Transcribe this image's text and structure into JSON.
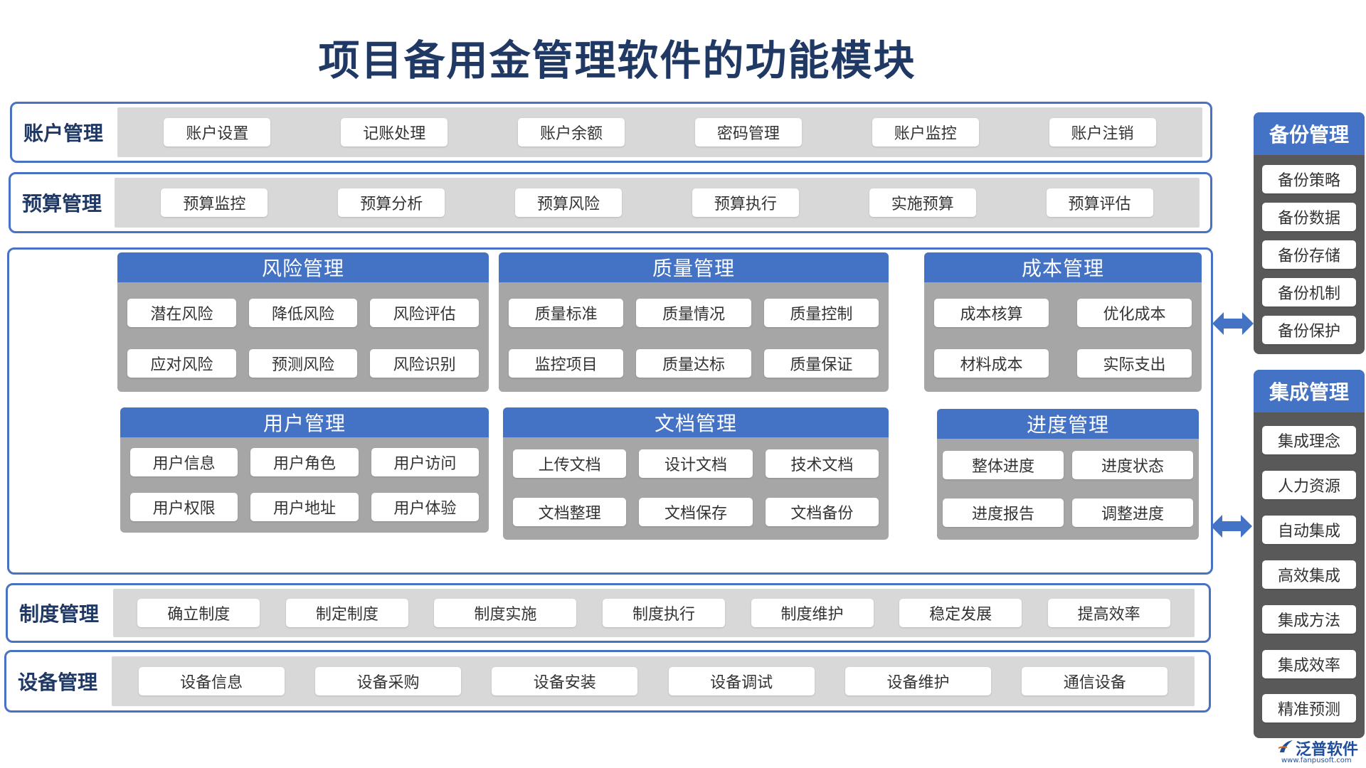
{
  "title": "项目备用金管理软件的功能模块",
  "rows": {
    "account": {
      "label": "账户管理",
      "items": [
        "账户设置",
        "记账处理",
        "账户余额",
        "密码管理",
        "账户监控",
        "账户注销"
      ]
    },
    "budget": {
      "label": "预算管理",
      "items": [
        "预算监控",
        "预算分析",
        "预算风险",
        "预算执行",
        "实施预算",
        "预算评估"
      ]
    },
    "system": {
      "label": "制度管理",
      "items": [
        "确立制度",
        "制定制度",
        "制度实施",
        "制度执行",
        "制度维护",
        "稳定发展",
        "提高效率"
      ]
    },
    "equipment": {
      "label": "设备管理",
      "items": [
        "设备信息",
        "设备采购",
        "设备安装",
        "设备调试",
        "设备维护",
        "通信设备"
      ]
    }
  },
  "modules": {
    "risk": {
      "title": "风险管理",
      "items": [
        "潜在风险",
        "降低风险",
        "风险评估",
        "应对风险",
        "预测风险",
        "风险识别"
      ]
    },
    "quality": {
      "title": "质量管理",
      "items": [
        "质量标准",
        "质量情况",
        "质量控制",
        "监控项目",
        "质量达标",
        "质量保证"
      ]
    },
    "cost": {
      "title": "成本管理",
      "items": [
        "成本核算",
        "优化成本",
        "材料成本",
        "实际支出"
      ]
    },
    "user": {
      "title": "用户管理",
      "items": [
        "用户信息",
        "用户角色",
        "用户访问",
        "用户权限",
        "用户地址",
        "用户体验"
      ]
    },
    "document": {
      "title": "文档管理",
      "items": [
        "上传文档",
        "设计文档",
        "技术文档",
        "文档整理",
        "文档保存",
        "文档备份"
      ]
    },
    "progress": {
      "title": "进度管理",
      "items": [
        "整体进度",
        "进度状态",
        "进度报告",
        "调整进度"
      ]
    }
  },
  "side": {
    "backup": {
      "title": "备份管理",
      "items": [
        "备份策略",
        "备份数据",
        "备份存储",
        "备份机制",
        "备份保护"
      ]
    },
    "integration": {
      "title": "集成管理",
      "items": [
        "集成理念",
        "人力资源",
        "自动集成",
        "高效集成",
        "集成方法",
        "集成效率",
        "精准预测"
      ]
    }
  },
  "colors": {
    "accent": "#4472c4",
    "border": "#4a72c4",
    "title": "#1f3864",
    "module_bg": "#a6a6a6",
    "side_bg": "#595959",
    "track": "#d8d8d8"
  },
  "icons": [
    "double-arrow-icon",
    "fanpu-logo-icon"
  ],
  "logo": {
    "name": "泛普软件",
    "url": "www.fanpusoft.com"
  }
}
